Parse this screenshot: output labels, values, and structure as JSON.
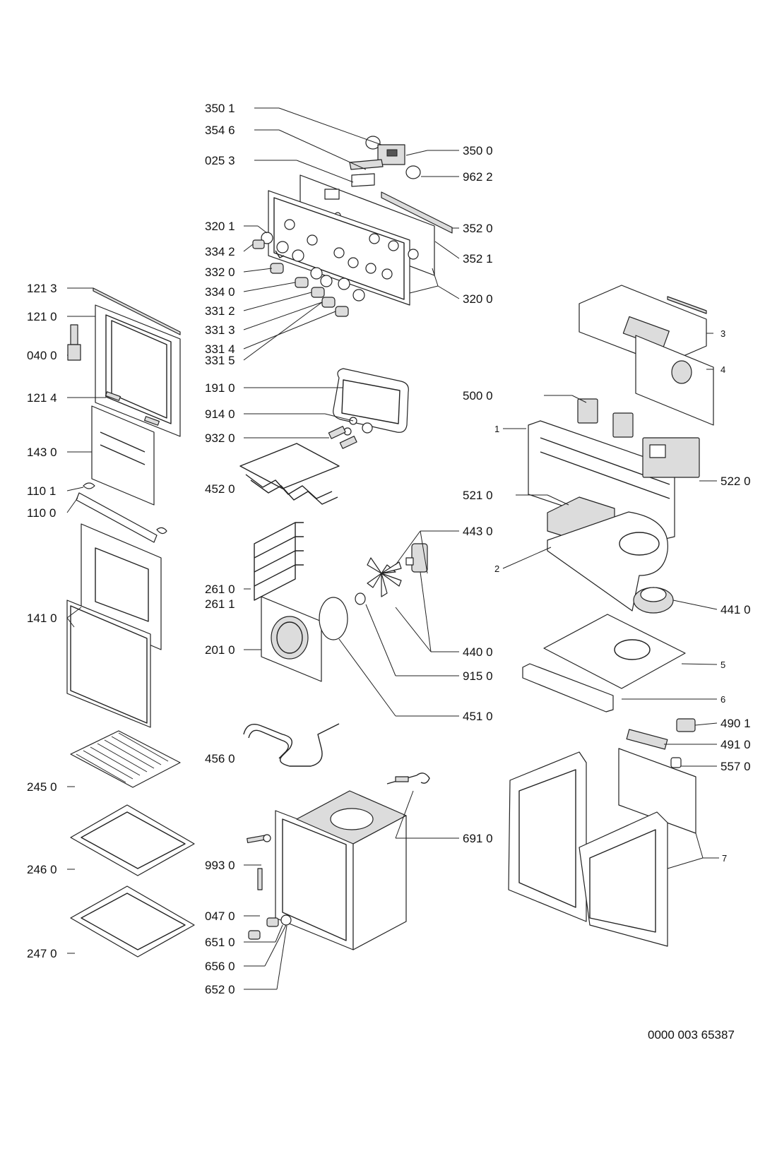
{
  "document_number": "0000 003 65387",
  "labels": {
    "l3501": "350 1",
    "l3546": "354 6",
    "l0253": "025 3",
    "l3500": "350 0",
    "l9622": "962 2",
    "l3520": "352 0",
    "l3521": "352 1",
    "l3201": "320 1",
    "l3342": "334 2",
    "l3320": "332 0",
    "l3340": "334 0",
    "l3312": "331 2",
    "l3313": "331 3",
    "l3314": "331 4",
    "l3315": "331 5",
    "l3200": "320 0",
    "l1213": "121 3",
    "l1210": "121 0",
    "l0400": "040 0",
    "l1214": "121 4",
    "l1430": "143 0",
    "l1101": "110 1",
    "l1100": "110 0",
    "l1410": "141 0",
    "l2450": "245 0",
    "l2460": "246 0",
    "l2470": "247 0",
    "l1910": "191 0",
    "l9140": "914 0",
    "l9320": "932 0",
    "l4520": "452 0",
    "l2610": "261 0",
    "l2611": "261 1",
    "l2010": "201 0",
    "l4560": "456 0",
    "l4430": "443 0",
    "l4400": "440 0",
    "l9150": "915 0",
    "l4510": "451 0",
    "l9930": "993 0",
    "l0470": "047 0",
    "l6510": "651 0",
    "l6560": "656 0",
    "l6520": "652 0",
    "l6910": "691 0",
    "l5000": "500 0",
    "l5220": "522 0",
    "l5210": "521 0",
    "l4410": "441 0",
    "l4901": "490 1",
    "l4910": "491 0",
    "l5570": "557 0",
    "n1": "1",
    "n2": "2",
    "n3": "3",
    "n4": "4",
    "n5": "5",
    "n6": "6",
    "n7": "7"
  }
}
